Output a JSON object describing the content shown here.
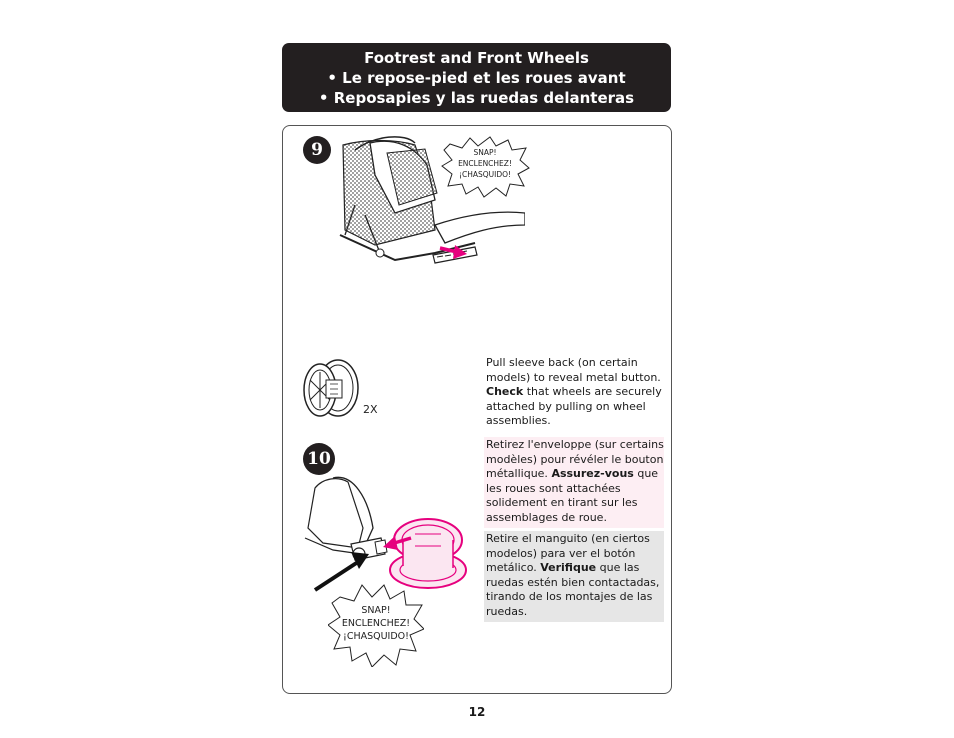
{
  "header": {
    "line1": "Footrest and Front Wheels",
    "line2": "• Le repose-pied et les roues avant",
    "line3": "• Reposapies y las ruedas delanteras"
  },
  "steps": {
    "step9": {
      "number": "9",
      "snap": {
        "en": "SNAP!",
        "fr": "ENCLENCHEZ!",
        "es": "¡CHASQUIDO!"
      }
    },
    "wheel": {
      "count_label": "2X"
    },
    "step10": {
      "number": "10",
      "snap": {
        "en": "SNAP!",
        "fr": "ENCLENCHEZ!",
        "es": "¡CHASQUIDO!"
      },
      "en": {
        "text1": "Pull sleeve back (on certain models) to reveal metal button.",
        "bold": "Check",
        "text2": "that wheels are securely attached by pulling on wheel assemblies."
      },
      "fr": {
        "text1": "Retirez l'enveloppe (sur certains modèles) pour révéler le bouton métallique.",
        "bold": "Assurez-vous",
        "text2": "que les roues sont attachées solidement en tirant sur les assemblages de roue."
      },
      "es": {
        "text1": "Retire el manguito (en ciertos modelos) para ver el botón metálico.",
        "bold": "Verifique",
        "text2": "que las ruedas estén bien contactadas, tirando de los montajes de las ruedas."
      }
    }
  },
  "page_number": "12",
  "colors": {
    "header_bg": "#231f20",
    "accent_pink": "#e6007e",
    "pink_tint": "#fdeef3",
    "gray_tint": "#e6e6e6"
  }
}
